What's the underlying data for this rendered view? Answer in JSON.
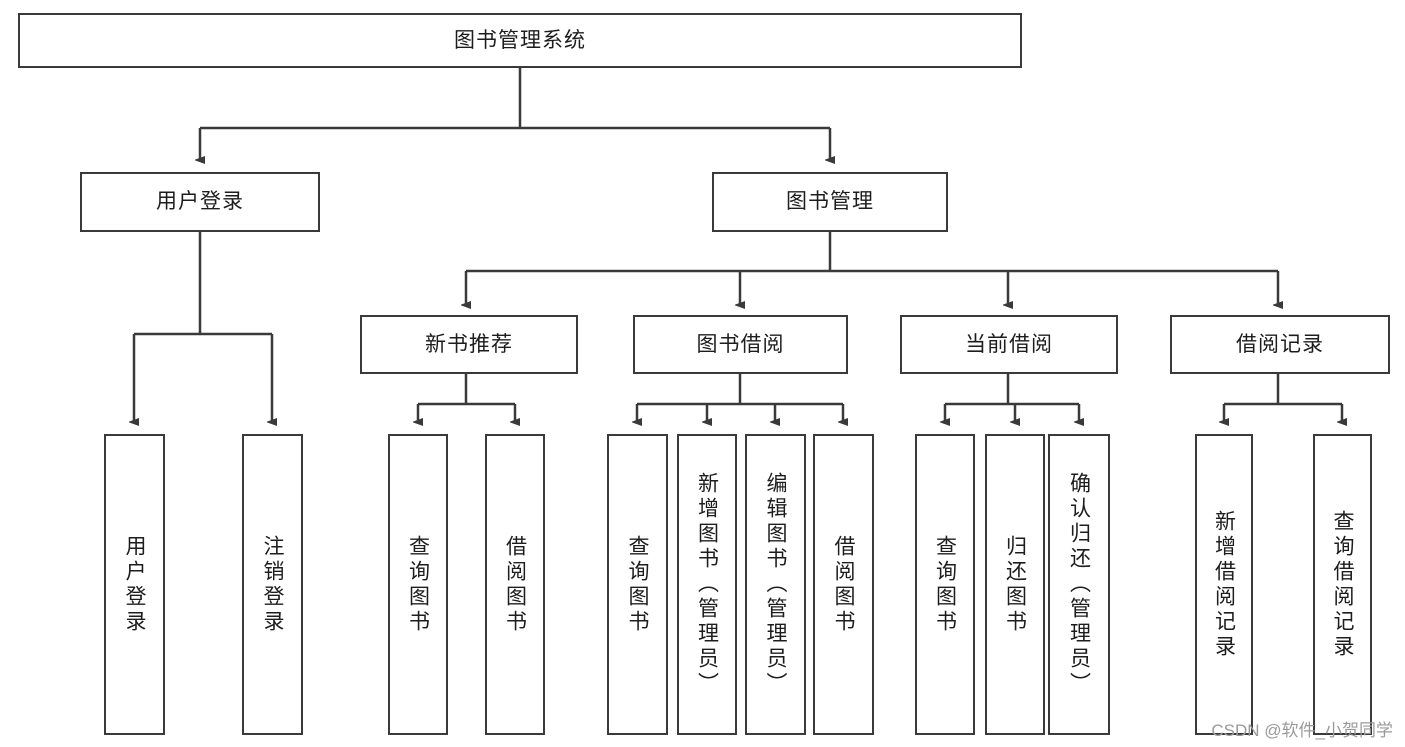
{
  "diagram": {
    "title": "图书管理系统",
    "watermark": "CSDN @软件_小贺同学",
    "line_color": "#3a3a3a",
    "background_color": "#ffffff",
    "text_color": "#1d1d1d",
    "root": {
      "label": "图书管理系统"
    },
    "level1": [
      {
        "label": "用户登录"
      },
      {
        "label": "图书管理"
      }
    ],
    "level2": [
      {
        "label": "新书推荐"
      },
      {
        "label": "图书借阅"
      },
      {
        "label": "当前借阅"
      },
      {
        "label": "借阅记录"
      }
    ],
    "leaves": {
      "user_login": [
        {
          "label": "用户登录"
        },
        {
          "label": "注销登录"
        }
      ],
      "new_book_recommend": [
        {
          "label": "查询图书"
        },
        {
          "label": "借阅图书"
        }
      ],
      "book_borrow": [
        {
          "label": "查询图书"
        },
        {
          "label": "新增图书（管理员）"
        },
        {
          "label": "编辑图书（管理员）"
        },
        {
          "label": "借阅图书"
        }
      ],
      "current_borrow": [
        {
          "label": "查询图书"
        },
        {
          "label": "归还图书"
        },
        {
          "label": "确认归还（管理员）"
        }
      ],
      "borrow_record": [
        {
          "label": "新增借阅记录"
        },
        {
          "label": "查询借阅记录"
        }
      ]
    }
  }
}
